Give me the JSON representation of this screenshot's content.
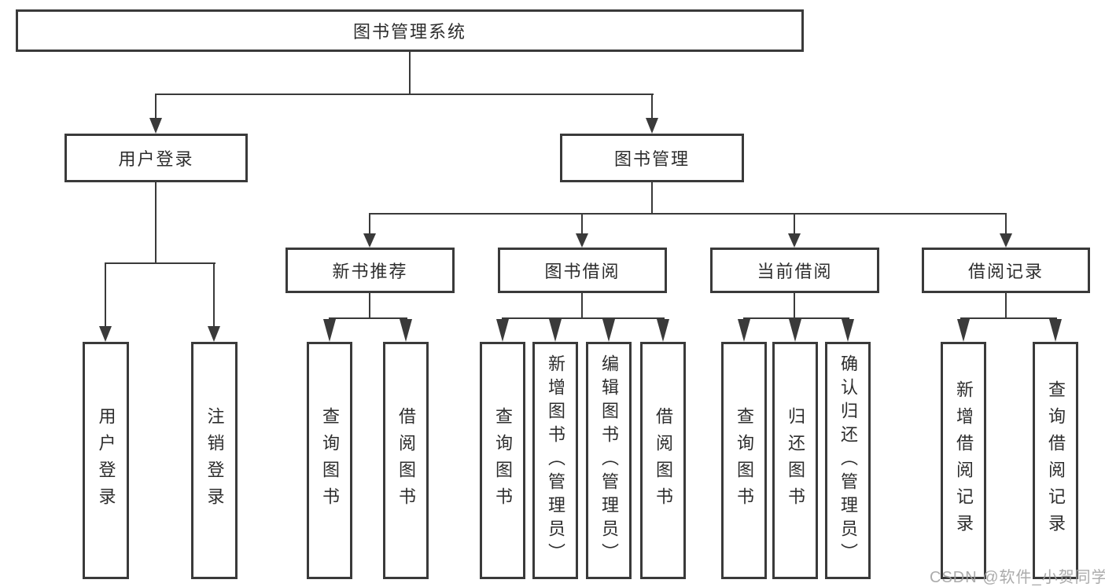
{
  "diagram": {
    "root": {
      "label": "图书管理系统",
      "children": [
        {
          "label": "用户登录",
          "children": [
            {
              "label": "用户登录"
            },
            {
              "label": "注销登录"
            }
          ]
        },
        {
          "label": "图书管理",
          "children": [
            {
              "label": "新书推荐",
              "children": [
                {
                  "label": "查询图书"
                },
                {
                  "label": "借阅图书"
                }
              ]
            },
            {
              "label": "图书借阅",
              "children": [
                {
                  "label": "查询图书"
                },
                {
                  "label": "新增图书（管理员）"
                },
                {
                  "label": "编辑图书（管理员）"
                },
                {
                  "label": "借阅图书"
                }
              ]
            },
            {
              "label": "当前借阅",
              "children": [
                {
                  "label": "查询图书"
                },
                {
                  "label": "归还图书"
                },
                {
                  "label": "确认归还（管理员）"
                }
              ]
            },
            {
              "label": "借阅记录",
              "children": [
                {
                  "label": "新增借阅记录"
                },
                {
                  "label": "查询借阅记录"
                }
              ]
            }
          ]
        }
      ]
    }
  },
  "watermark": {
    "text": "CSDN @软件_小贺同学"
  },
  "colors": {
    "line": "#3a3a3a",
    "text": "#2d2d2d",
    "watermark": "#a2a2a2",
    "background": "#ffffff"
  }
}
